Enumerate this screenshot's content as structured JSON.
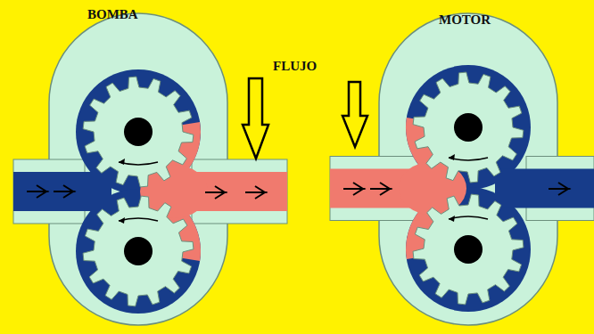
{
  "diagram": {
    "labels": [
      "BOMBA",
      "FLUJO",
      "MOTOR"
    ]
  }
}
